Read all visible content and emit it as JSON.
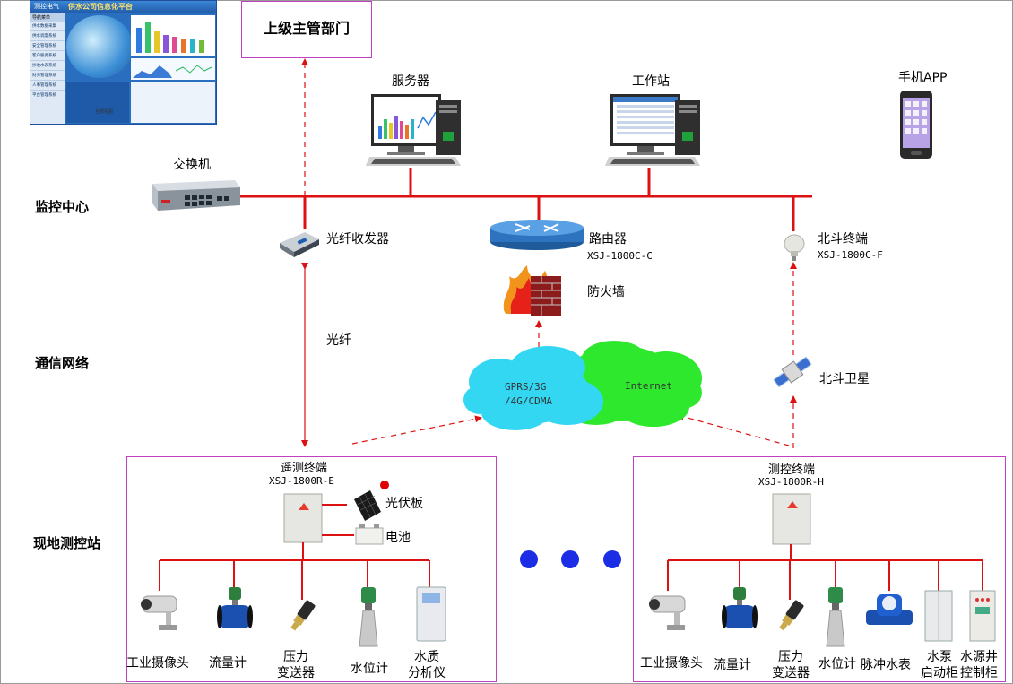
{
  "layers": {
    "monitor": "监控中心",
    "network": "通信网络",
    "field": "现地测控站"
  },
  "top_box": "上级主管部门",
  "platform": {
    "title": "供水公司信息化平台",
    "logo": "测控电气",
    "menu_header": "导航菜单",
    "menu": [
      "供水数据采集",
      "供水调度系统",
      "安全管理系统",
      "客户服务系统",
      "抄收水表系统",
      "财务管理系统",
      "人事管理系统",
      "平台管理系统"
    ],
    "panel_label": "全部视图"
  },
  "devices": {
    "server": "服务器",
    "workstation": "工作站",
    "phone": "手机APP",
    "switch": "交换机",
    "fiber_transceiver": "光纤收发器",
    "router": "路由器",
    "router_model": "XSJ-1800C-C",
    "firewall": "防火墙",
    "beidou_terminal": "北斗终端",
    "beidou_model": "XSJ-1800C-F",
    "fiber": "光纤",
    "beidou_satellite": "北斗卫星"
  },
  "clouds": {
    "gprs_line1": "GPRS/3G",
    "gprs_line2": "/4G/CDMA",
    "internet": "Internet"
  },
  "left_station": {
    "title": "遥测终端",
    "model": "XSJ-1800R-E",
    "solar": "光伏板",
    "battery": "电池",
    "instruments": [
      {
        "line1": "工业摄像头",
        "line2": ""
      },
      {
        "line1": "流量计",
        "line2": ""
      },
      {
        "line1": "压力",
        "line2": "变送器"
      },
      {
        "line1": "水位计",
        "line2": ""
      },
      {
        "line1": "水质",
        "line2": "分析仪"
      }
    ]
  },
  "right_station": {
    "title": "测控终端",
    "model": "XSJ-1800R-H",
    "instruments": [
      {
        "line1": "工业摄像头",
        "line2": ""
      },
      {
        "line1": "流量计",
        "line2": ""
      },
      {
        "line1": "压力",
        "line2": "变送器"
      },
      {
        "line1": "水位计",
        "line2": ""
      },
      {
        "line1": "脉冲水表",
        "line2": ""
      },
      {
        "line1": "水泵",
        "line2": "启动柜"
      },
      {
        "line1": "水源井",
        "line2": "控制柜"
      }
    ]
  },
  "colors": {
    "bus": "#dd1111",
    "box_border": "#c040c0",
    "cloud_blue": "#33d7f2",
    "cloud_green": "#2ee82e",
    "dot_blue": "#1b2ee6"
  }
}
